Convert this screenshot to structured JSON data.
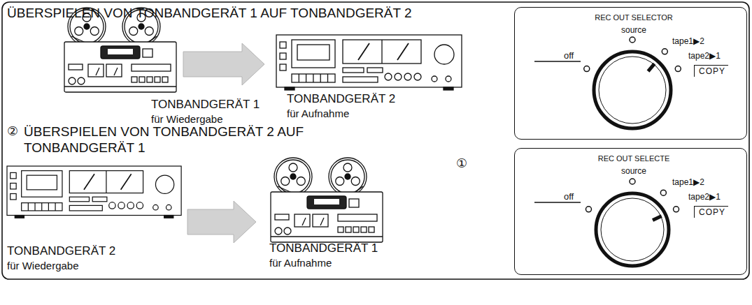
{
  "diagram": {
    "title": "ÜBERSPIELEN VON TONBANDGERÄT 1 AUF TONBANDGERÄT 2",
    "nodes": [
      {
        "text": [
          "TONBANDGERÄT 1",
          "für Wiedergabe"
        ]
      },
      {
        "text": [
          "TONBANDGERÄT 2",
          "für Aufnahme"
        ]
      },
      {
        "text": [
          "TONBANDGERÄT 2",
          "für Wiedergabe"
        ]
      },
      {
        "text": [
          "TONBANDGERÄT 1",
          "für Aufnahme"
        ]
      },
      {
        "text": [
          "REC OUT SELECTOR",
          "source",
          "off",
          "tape1▶2",
          "tape2▶1",
          "COPY"
        ]
      },
      {
        "text": [
          "REC OUT SELECTE",
          "source",
          "off",
          "tape1▶2",
          "tape2▶1",
          "COPY"
        ]
      }
    ],
    "edges": [
      {
        "from": 0,
        "to": 1,
        "arrow": "to"
      },
      {
        "from": 2,
        "to": 3,
        "arrow": "to"
      }
    ],
    "labels": [
      "②",
      "ÜBERSPIELEN VON TONBANDGERÄT 2 AUF TONBANDGERÄT 1",
      "①"
    ]
  }
}
